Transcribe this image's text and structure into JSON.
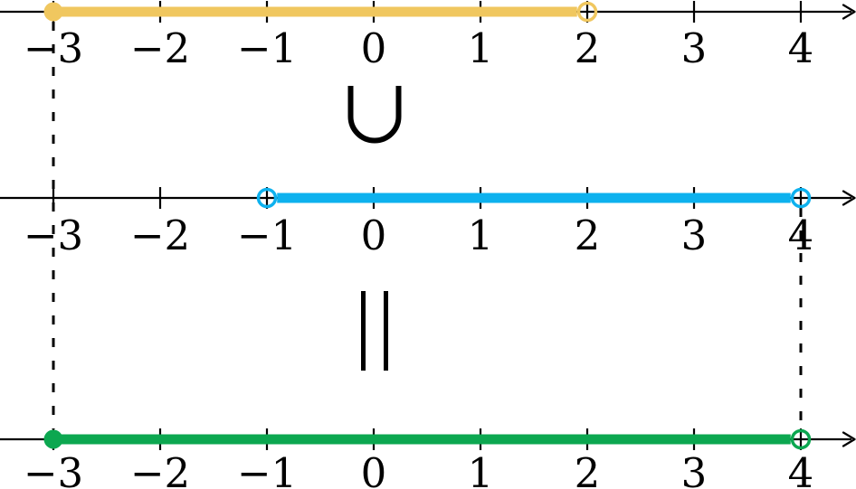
{
  "figure": {
    "tick_labels": [
      "−3",
      "−2",
      "−1",
      "0",
      "1",
      "2",
      "3",
      "4"
    ],
    "tick_values": [
      -3,
      -2,
      -1,
      0,
      1,
      2,
      3,
      4
    ],
    "colors": {
      "top_interval": "#F0C75F",
      "middle_interval": "#0DB1EE",
      "bottom_interval": "#0CA750",
      "axis": "#000000",
      "background": "#FFFFFF"
    },
    "number_lines": [
      {
        "id": "top",
        "name": "interval-a",
        "color_key": "top_interval",
        "interval": {
          "start": -3,
          "end": 2,
          "start_type": "closed",
          "end_type": "open"
        }
      },
      {
        "id": "middle",
        "name": "interval-b",
        "color_key": "middle_interval",
        "interval": {
          "start": -1,
          "end": 4,
          "start_type": "open",
          "end_type": "open"
        }
      },
      {
        "id": "bottom",
        "name": "interval-union-result",
        "color_key": "bottom_interval",
        "interval": {
          "start": -3,
          "end": 4,
          "start_type": "closed",
          "end_type": "open"
        }
      }
    ],
    "operators": [
      {
        "id": "union",
        "symbol": "∪",
        "rotated_deg": 0,
        "between": [
          "top",
          "middle"
        ]
      },
      {
        "id": "equals",
        "symbol": "=",
        "rotated_deg": 90,
        "between": [
          "middle",
          "bottom"
        ]
      }
    ],
    "dashed_guides": [
      {
        "value": -3,
        "from": "top",
        "to": "bottom"
      },
      {
        "value": 4,
        "from": "middle",
        "to": "bottom"
      }
    ]
  }
}
